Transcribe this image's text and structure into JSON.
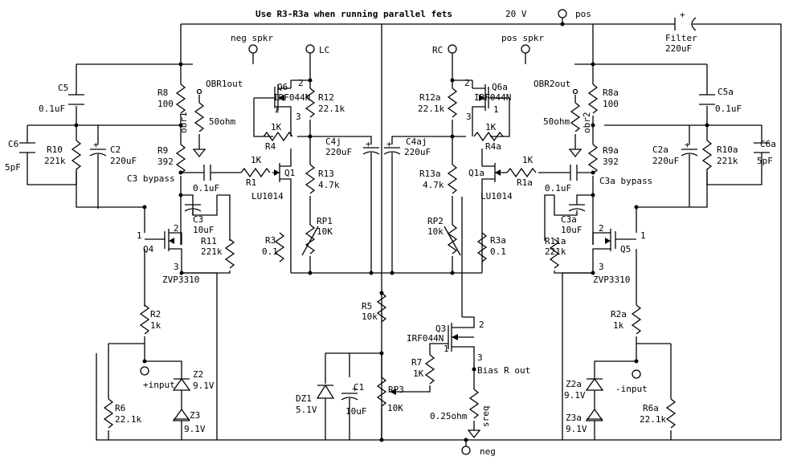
{
  "title": "Use R3-R3a when running parallel fets",
  "supply": {
    "voltage": "20 V",
    "pos": "pos",
    "neg": "neg"
  },
  "filter": {
    "name": "Filter",
    "value": "220uF"
  },
  "nodes": {
    "neg_spkr": "neg spkr",
    "pos_spkr": "pos spkr",
    "lc": "LC",
    "rc": "RC",
    "obr1out": "OBR1out",
    "obr2out": "OBR2out",
    "bias_r_out": "Bias R out",
    "plus_input": "+input",
    "minus_input": "-input"
  },
  "left": {
    "c5": {
      "name": "C5",
      "value": "0.1uF"
    },
    "c6": {
      "name": "C6",
      "value": "5pF"
    },
    "r10": {
      "name": "R10",
      "value": "221k"
    },
    "c2": {
      "name": "C2",
      "value": "220uF"
    },
    "r8": {
      "name": "R8",
      "value": "100"
    },
    "r9": {
      "name": "R9",
      "value": "392"
    },
    "obr1": {
      "name": "obr1",
      "value": "50ohm"
    },
    "q6": {
      "name": "Q6",
      "part": "IRF044N"
    },
    "r12": {
      "name": "R12",
      "value": "22.1k"
    },
    "r4": {
      "name": "R4",
      "value": "1K"
    },
    "c4j": {
      "name": "C4j",
      "value": "220uF"
    },
    "r1": {
      "name": "R1",
      "value": "1K"
    },
    "q1": {
      "name": "Q1",
      "part": "LU1014"
    },
    "c3bypass": {
      "name": "C3 bypass",
      "value": "0.1uF"
    },
    "c3": {
      "name": "C3",
      "value": "10uF"
    },
    "r13": {
      "name": "R13",
      "value": "4.7k"
    },
    "rp1": {
      "name": "RP1",
      "value": "10K"
    },
    "r3": {
      "name": "R3",
      "value": "0.1"
    },
    "q4": {
      "name": "Q4",
      "part": "ZVP3310"
    },
    "r11": {
      "name": "R11",
      "value": "221k"
    },
    "r2": {
      "name": "R2",
      "value": "1k"
    },
    "r6": {
      "name": "R6",
      "value": "22.1k"
    },
    "z2": {
      "name": "Z2",
      "value": "9.1V"
    },
    "z3": {
      "name": "Z3",
      "value": "9.1V"
    }
  },
  "right": {
    "c5a": {
      "name": "C5a",
      "value": "0.1uF"
    },
    "c6a": {
      "name": "C6a",
      "value": "5pF"
    },
    "r10a": {
      "name": "R10a",
      "value": "221k"
    },
    "c2a": {
      "name": "C2a",
      "value": "220uF"
    },
    "r8a": {
      "name": "R8a",
      "value": "100"
    },
    "r9a": {
      "name": "R9a",
      "value": "392"
    },
    "obr2": {
      "name": "obr2",
      "value": "50ohm"
    },
    "q6a": {
      "name": "Q6a",
      "part": "IRF044N"
    },
    "r12a": {
      "name": "R12a",
      "value": "22.1k"
    },
    "r4a": {
      "name": "R4a",
      "value": "1K"
    },
    "c4aj": {
      "name": "C4aj",
      "value": "220uF"
    },
    "r1a": {
      "name": "R1a",
      "value": "1K"
    },
    "q1a": {
      "name": "Q1a",
      "part": "LU1014"
    },
    "c3abypass": {
      "name": "C3a bypass",
      "value": "0.1uF"
    },
    "c3a": {
      "name": "C3a",
      "value": "10uF"
    },
    "r13a": {
      "name": "R13a",
      "value": "4.7k"
    },
    "rp2": {
      "name": "RP2",
      "value": "10k"
    },
    "r3a": {
      "name": "R3a",
      "value": "0.1"
    },
    "q5": {
      "name": "Q5",
      "part": "ZVP3310"
    },
    "r11a": {
      "name": "R11a",
      "value": "221k"
    },
    "r2a": {
      "name": "R2a",
      "value": "1k"
    },
    "r6a": {
      "name": "R6a",
      "value": "22.1k"
    },
    "z2a": {
      "name": "Z2a",
      "value": "9.1V"
    },
    "z3a": {
      "name": "Z3a",
      "value": "9.1V"
    }
  },
  "bias": {
    "r5": {
      "name": "R5",
      "value": "10k"
    },
    "q3": {
      "name": "Q3",
      "part": "IRF044N"
    },
    "r7": {
      "name": "R7",
      "value": "1K"
    },
    "dz1": {
      "name": "DZ1",
      "value": "5.1V"
    },
    "c1": {
      "name": "C1",
      "value": "10uF"
    },
    "rp3": {
      "name": "RP3",
      "value": "10K"
    },
    "rsrc": {
      "name": "sreq",
      "value": "0.25ohm"
    }
  },
  "pins": {
    "one": "1",
    "two": "2",
    "three": "3"
  }
}
